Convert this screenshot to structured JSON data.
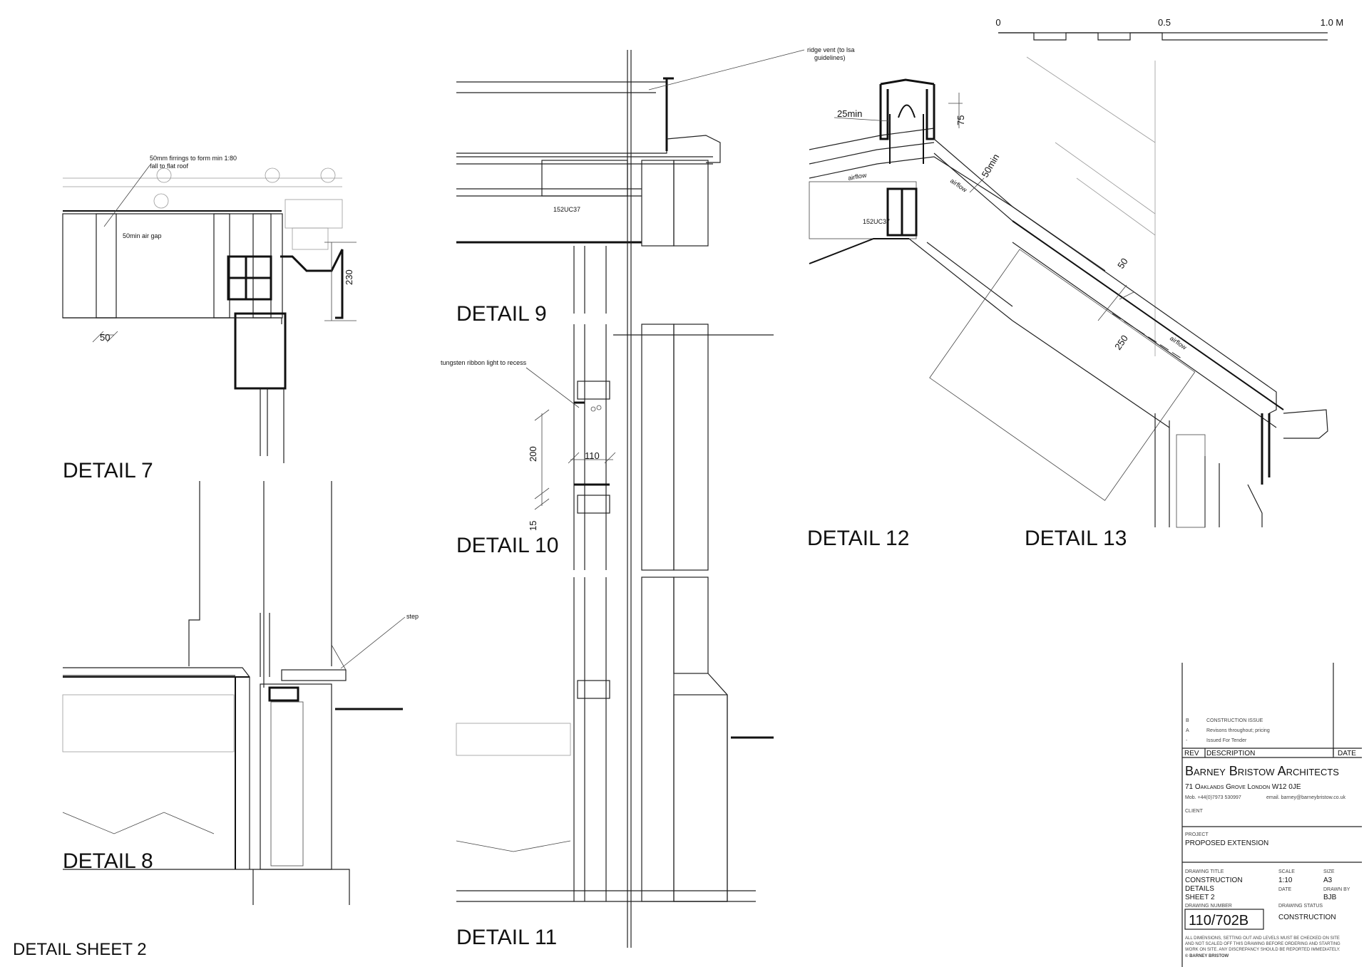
{
  "sheet": {
    "title": "DETAIL SHEET 2"
  },
  "scale_bar": {
    "ticks": [
      "0",
      "0.5",
      "1.0 M"
    ]
  },
  "details": {
    "d7": {
      "title": "DETAIL 7"
    },
    "d8": {
      "title": "DETAIL 8"
    },
    "d9": {
      "title": "DETAIL 9"
    },
    "d10": {
      "title": "DETAIL 10"
    },
    "d11": {
      "title": "DETAIL 11"
    },
    "d12": {
      "title": "DETAIL 12"
    },
    "d13": {
      "title": "DETAIL 13"
    }
  },
  "annotations": {
    "firrings_1": "50mm firrings to form min 1:80",
    "firrings_2": "fall to flat roof",
    "air_gap": "50min air gap",
    "beam_d9": "152UC37",
    "beam_d12": "152UC37",
    "ribbon_light": "tungsten ribbon light to recess",
    "step": "step",
    "ridge_vent_1": "ridge vent (to lsa",
    "ridge_vent_2": "guidelines)",
    "airflow_1": "airflow",
    "airflow_2": "airflow",
    "airflow_3": "airflow"
  },
  "dimensions": {
    "d7_50": "50",
    "d7_230": "230",
    "d10_200": "200",
    "d10_110": "110",
    "d10_15": "15",
    "d12_25min": "25min",
    "d12_75": "75",
    "d12_50min": "50min",
    "d13_50": "50",
    "d13_250": "250"
  },
  "title_block": {
    "revisions": [
      {
        "rev": "B",
        "description": "CONSTRUCTION ISSUE"
      },
      {
        "rev": "A",
        "description": "Revisons throughout; pricing"
      },
      {
        "rev": "-",
        "description": "Issued For Tender"
      }
    ],
    "rev_header": "REV",
    "desc_header": "DESCRIPTION",
    "date_header": "DATE",
    "firm_name": "Barney Bristow Architects",
    "address": "71 Oaklands Grove   London   W12 0JE",
    "mobile": "Mob. +44(0)7973 530997",
    "email": "email. barney@barneybristow.co.uk",
    "client_label": "CLIENT",
    "project_label": "PROJECT",
    "project": "PROPOSED EXTENSION",
    "drawing_title_label": "DRAWING TITLE",
    "drawing_title": [
      "CONSTRUCTION",
      "DETAILS",
      "SHEET 2"
    ],
    "scale_label": "SCALE",
    "scale": "1:10",
    "size_label": "SIZE",
    "size": "A3",
    "date_label": "DATE",
    "drawn_by_label": "DRAWN BY",
    "drawn_by": "BJB",
    "drawing_number_label": "DRAWING NUMBER",
    "drawing_number": "110/702B",
    "drawing_status_label": "DRAWING STATUS",
    "drawing_status": "CONSTRUCTION",
    "disclaimer": [
      "ALL DIMENSIONS, SETTING OUT AND LEVELS MUST BE CHECKED ON SITE",
      "AND NOT SCALED OFF THIS DRAWING BEFORE ORDERING AND STARTING",
      "WORK ON SITE. ANY DISCREPANCY SHOULD BE REPORTED IMMEDIATELY."
    ],
    "copyright": "© BARNEY BRISTOW"
  }
}
